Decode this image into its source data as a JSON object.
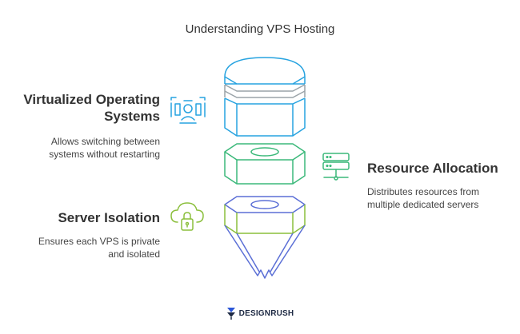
{
  "title": "Understanding VPS Hosting",
  "sections": [
    {
      "heading_line1": "Virtualized Operating",
      "heading_line2": "Systems",
      "desc_line1": "Allows switching between",
      "desc_line2": "systems without restarting",
      "icon": "virtual-os-icon",
      "color": "#27a3e0"
    },
    {
      "heading_line1": "Resource Allocation",
      "desc_line1": "Distributes resources from",
      "desc_line2": "multiple dedicated servers",
      "icon": "server-rack-icon",
      "color": "#3bb97a"
    },
    {
      "heading_line1": "Server Isolation",
      "desc_line1": "Ensures each VPS is private",
      "desc_line2": "and isolated",
      "icon": "cloud-lock-icon",
      "color": "#8bbf3c"
    }
  ],
  "logo": {
    "text": "DESIGNRUSH",
    "icon": "designrush-logo-icon"
  },
  "colors": {
    "blue": "#27a3e0",
    "green": "#3bb97a",
    "lime": "#8bbf3c",
    "grey": "#9aa3a8",
    "indigo": "#5b6fd6"
  }
}
